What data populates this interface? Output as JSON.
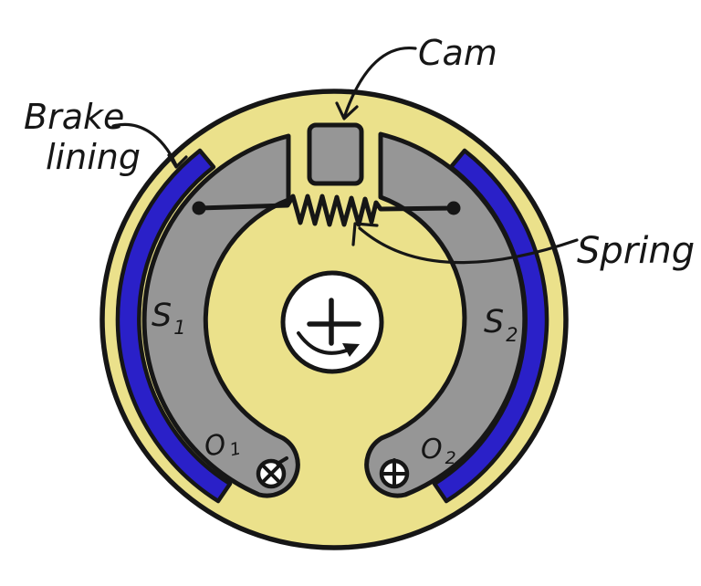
{
  "diagram_type": "drum-brake-hand-drawn-schematic",
  "labels": {
    "brake_lining": {
      "line1": "Brake",
      "line2": "lining"
    },
    "cam": "Cam",
    "spring": "Spring",
    "s1": {
      "base": "S",
      "sub": "1"
    },
    "s2": {
      "base": "S",
      "sub": "2"
    },
    "o1": {
      "base": "O",
      "sub": "1"
    },
    "o2": {
      "base": "O",
      "sub": "2"
    },
    "hub_symbol": "+"
  },
  "colors": {
    "background": "#ffffff",
    "drum_yellow": "#ebe18b",
    "shoe_gray": "#969696",
    "lining_blue": "#2a20c8",
    "ink": "#161616",
    "hub_white": "#ffffff"
  }
}
